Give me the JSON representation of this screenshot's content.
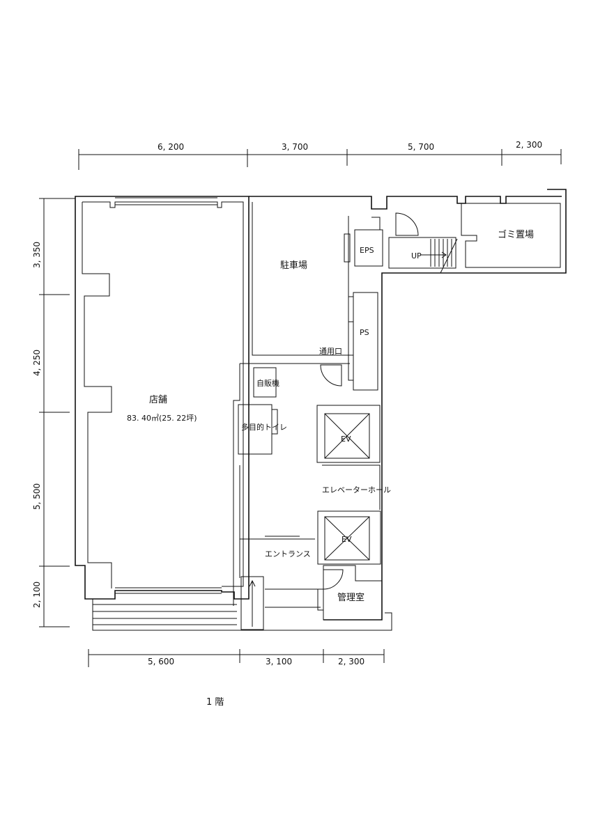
{
  "dimensions": {
    "top": [
      "6, 200",
      "3, 700",
      "5, 700",
      "2, 300"
    ],
    "left": [
      "3, 350",
      "4, 250",
      "5, 500",
      "2, 100"
    ],
    "bottom": [
      "5, 600",
      "3, 100",
      "2, 300"
    ]
  },
  "rooms": {
    "shop_name": "店舗",
    "shop_area": "83. 40㎡(25. 22坪)",
    "parking": "駐車場",
    "eps": "EPS",
    "ps": "PS",
    "garbage": "ゴミ置場",
    "stairs_up": "UP",
    "service_entrance": "通用口",
    "vending": "自販機",
    "toilet": "多目的トイレ",
    "elevator1": "EV",
    "elevator_hall": "エレベーターホール",
    "elevator2": "EV",
    "entrance": "エントランス",
    "management": "管理室"
  },
  "floor_label": "1 階"
}
